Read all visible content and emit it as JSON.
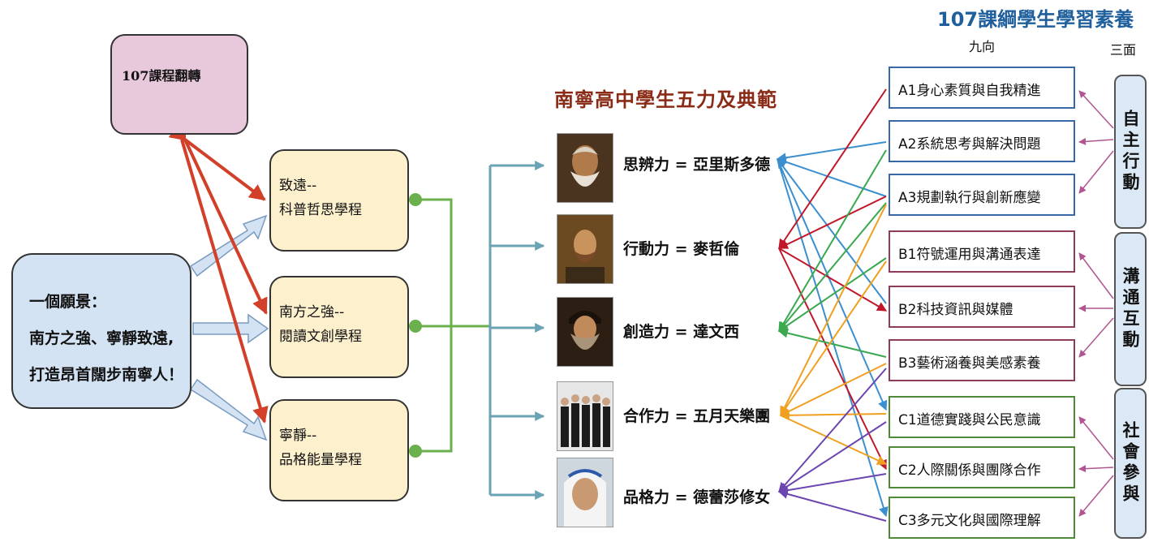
{
  "curriculum_box": "107課程翻轉",
  "vision": [
    "一個願景：",
    "南方之強、寧靜致遠,",
    "打造昂首闊步南寧人！"
  ],
  "courses": [
    {
      "line1": "致遠--",
      "line2": "科普哲思學程"
    },
    {
      "line1": "南方之強--",
      "line2": "閱讀文創學程"
    },
    {
      "line1": "寧靜--",
      "line2": "品格能量學程"
    }
  ],
  "powers_title": "南寧高中學生五力及典範",
  "powers": [
    {
      "label": "思辨力 = 亞里斯多德",
      "image": "aristotle-portrait"
    },
    {
      "label": "行動力 = 麥哲倫",
      "image": "magellan-portrait"
    },
    {
      "label": "創造力 = 達文西",
      "image": "da-vinci-portrait"
    },
    {
      "label": "合作力 = 五月天樂團",
      "image": "mayday-band-photo"
    },
    {
      "label": "品格力 = 德蕾莎修女",
      "image": "mother-teresa-portrait"
    }
  ],
  "competency_title": "107課綱學生學習素養",
  "nine_label": "九向",
  "three_label": "三面",
  "competencies": [
    "A1身心素質與自我精進",
    "A2系統思考與解決問題",
    "A3規劃執行與創新應變",
    "B1符號運用與溝通表達",
    "B2科技資訊與媒體",
    "B3藝術涵養與美感素養",
    "C1道德實踐與公民意識",
    "C2人際關係與團隊合作",
    "C3多元文化與國際理解"
  ],
  "dimensions": [
    "自主行動",
    "溝通互動",
    "社會參與"
  ],
  "colors": {
    "vision_fill": "#d4e3f3",
    "curriculum_fill": "#e8c9dc",
    "course_fill": "#fdf0cd",
    "title_red": "#8a2b17",
    "title_blue": "#1f5f9b",
    "arrow_red": "#d2402a",
    "arrow_green": "#6ab04c",
    "arrow_teal": "#6aa3b4",
    "group_a": "#3a67a8",
    "group_b": "#8e3b5c",
    "group_c": "#4e8a3a",
    "dim_arrow": "#b0558f"
  }
}
